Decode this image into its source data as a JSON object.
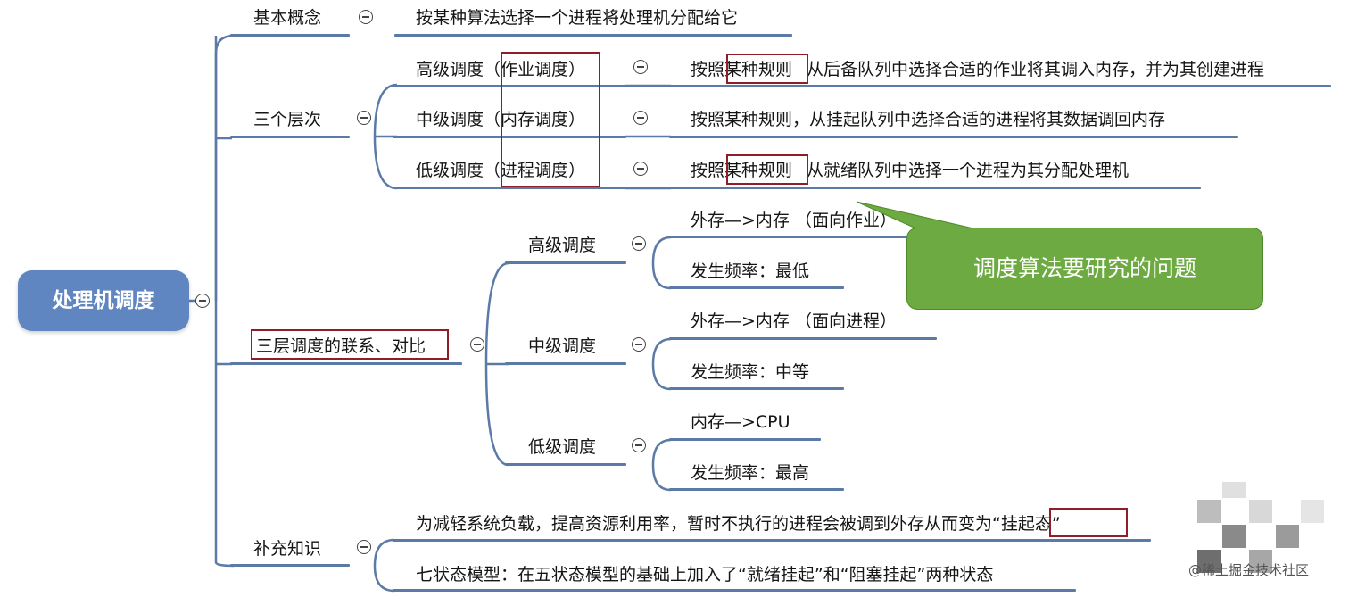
{
  "root": {
    "label": "处理机调度"
  },
  "branches": {
    "concept": {
      "label": "基本概念",
      "text": "按某种算法选择一个进程将处理机分配给它"
    },
    "levels": {
      "label": "三个层次",
      "items": [
        {
          "label": "高级调度（作业调度）",
          "desc_prefix": "按照",
          "desc_highlight": "某种规则",
          "desc_suffix": "从后备队列中选择合适的作业将其调入内存，并为其创建进程"
        },
        {
          "label": "中级调度（内存调度）",
          "desc": "按照某种规则，从挂起队列中选择合适的进程将其数据调回内存"
        },
        {
          "label": "低级调度（进程调度）",
          "desc_prefix": "按照",
          "desc_highlight": "某种规则",
          "desc_suffix": "从就绪队列中选择一个进程为其分配处理机"
        }
      ]
    },
    "comparison": {
      "label": "三层调度的联系、对比",
      "items": [
        {
          "label": "高级调度",
          "detail1": "外存—>内存 （面向作业）",
          "detail2": "发生频率：最低"
        },
        {
          "label": "中级调度",
          "detail1": "外存—>内存 （面向进程）",
          "detail2": "发生频率：中等"
        },
        {
          "label": "低级调度",
          "detail1": "内存—>CPU",
          "detail2": "发生频率：最高"
        }
      ]
    },
    "supplement": {
      "label": "补充知识",
      "line1_prefix": "为减轻系统负载，提高资源利用率，暂时不执行的进程会被调到外存从而变为",
      "line1_highlight": "“挂起态”",
      "line2": "七状态模型：在五状态模型的基础上加入了“就绪挂起”和“阻塞挂起”两种状态"
    }
  },
  "callout": {
    "text": "调度算法要研究的问题"
  },
  "watermark": {
    "text": "@稀土掘金技术社区"
  },
  "colors": {
    "root": "#5f86c0",
    "underline": "#5b7aa6",
    "highlight_box": "#8e1e2a",
    "callout": "#6daa42"
  },
  "icons": {
    "toggle": "collapse-minus-icon"
  }
}
